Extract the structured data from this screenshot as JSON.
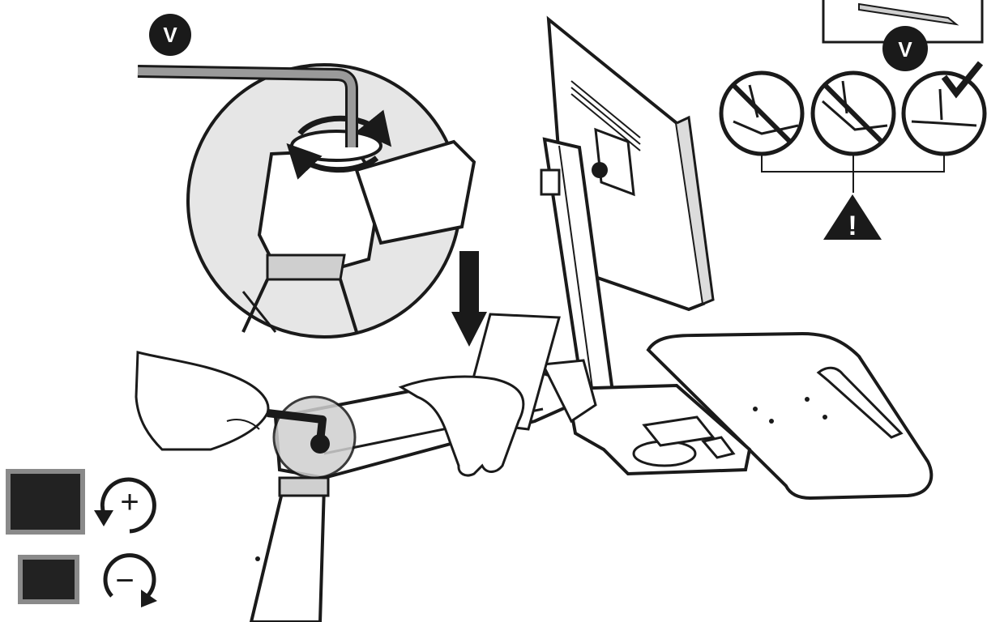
{
  "step_badges": {
    "hex_key_step": "V",
    "inset_step": "V"
  },
  "warning_symbol": "!",
  "adjustment_legend": {
    "increase": {
      "monitor": "large-monitor-icon",
      "symbol": "+",
      "icon": "rotate-clockwise-plus-icon"
    },
    "decrease": {
      "monitor": "small-monitor-icon",
      "symbol": "−",
      "icon": "rotate-clockwise-minus-icon"
    }
  },
  "check_panels": [
    {
      "state": "incorrect",
      "icon": "prohibited-icon"
    },
    {
      "state": "incorrect",
      "icon": "prohibited-icon"
    },
    {
      "state": "correct",
      "icon": "checkmark-icon"
    }
  ],
  "colors": {
    "ink": "#1a1a1a",
    "magnifier_fill": "#e6e6e6",
    "shade": "#cfcfcf",
    "dark_fill": "#222222",
    "monitor_gray": "#8a8a8a"
  }
}
